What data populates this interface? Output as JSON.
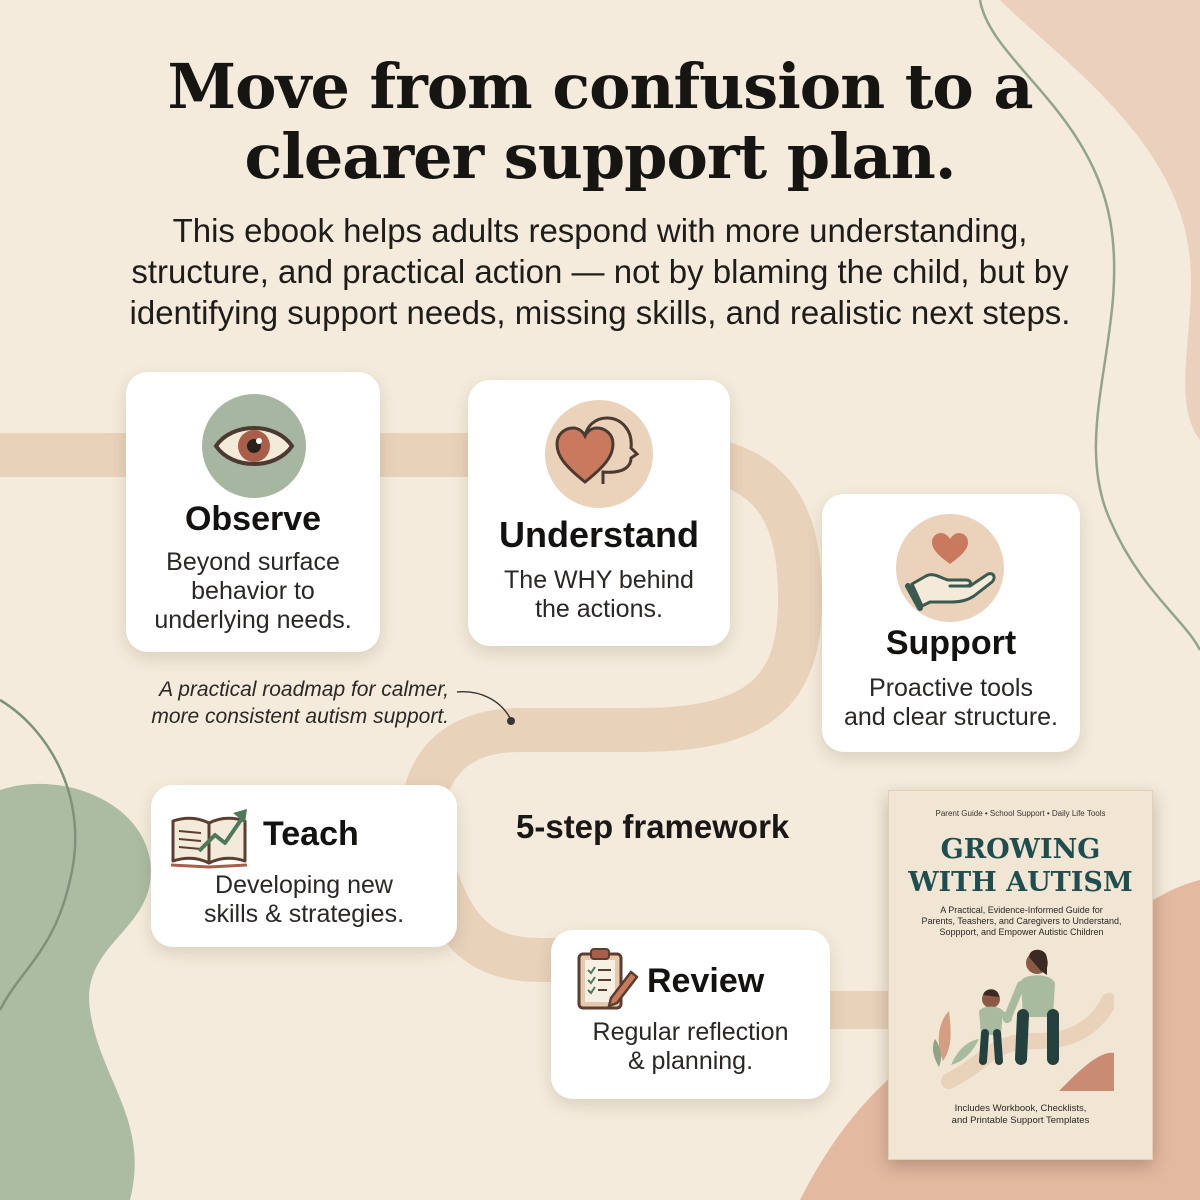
{
  "headline": {
    "line1": "Move from confusion to a",
    "line2": "clearer support plan."
  },
  "lede": {
    "line1": "This ebook helps adults respond with more understanding,",
    "line2": "structure, and practical action — not by blaming the child, but by",
    "line3": "identifying support needs, missing skills, and realistic next steps."
  },
  "steps": {
    "observe": {
      "icon": "eye-icon",
      "title": "Observe",
      "desc": [
        "Beyond surface",
        "behavior to",
        "underlying needs."
      ]
    },
    "understand": {
      "icon": "heart-head-icon",
      "title": "Understand",
      "desc": [
        "The WHY behind",
        "the actions."
      ]
    },
    "support": {
      "icon": "hand-heart-icon",
      "title": "Support",
      "desc": [
        "Proactive tools",
        "and clear structure."
      ]
    },
    "teach": {
      "icon": "book-growth-icon",
      "title": "Teach",
      "desc": [
        "Developing new",
        "skills & strategies."
      ]
    },
    "review": {
      "icon": "clipboard-pencil-icon",
      "title": "Review",
      "desc": [
        "Regular reflection",
        "& planning."
      ]
    }
  },
  "roadmap_note": [
    "A practical roadmap for calmer,",
    "more consistent autism support."
  ],
  "framework_label": "5-step framework",
  "book": {
    "tagline": "Parent Guide • School Support • Daily Life Tools",
    "title": [
      "GROWING",
      "WITH AUTISM"
    ],
    "subtitle": [
      "A Practical, Evidence-Informed Guide for",
      "Parents, Teashers, and Caregivers to Understand,",
      "Soppport, and Empower Autistic Children"
    ],
    "footer": [
      "Includes Workbook, Checklists,",
      "and Printable Support Templates"
    ]
  },
  "colors": {
    "background": "#f4ebdc",
    "path": "#e8d2ba",
    "sage": "#a9bb9f",
    "peach": "#e3b9a0",
    "book_title": "#1f4e50",
    "heart": "#c97a5e"
  }
}
